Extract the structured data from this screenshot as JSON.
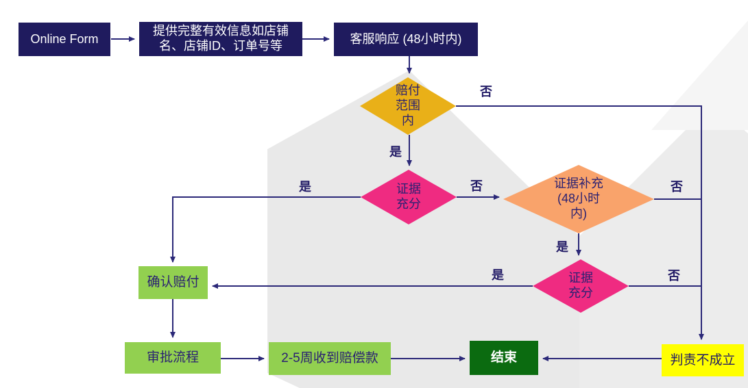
{
  "flowchart": {
    "title": "compensation-claim-process",
    "nodes": {
      "online_form": {
        "label": "Online Form"
      },
      "provide_info": {
        "label": "提供完整有效信息如店铺\n名、店铺ID、订单号等"
      },
      "cs_response": {
        "label": "客服响应 (48小时内)"
      },
      "in_scope": {
        "label": "赔付\n范围\n内"
      },
      "evidence_sufficient_1": {
        "label": "证据\n充分"
      },
      "evidence_supplement": {
        "label": "证据补充\n(48小时\n内)"
      },
      "evidence_sufficient_2": {
        "label": "证据\n充分"
      },
      "confirm_compensation": {
        "label": "确认赔付"
      },
      "approval_process": {
        "label": "审批流程"
      },
      "receive_payment": {
        "label": "2-5周收到赔偿款"
      },
      "end": {
        "label": "结束"
      },
      "not_liable": {
        "label": "判责不成立"
      }
    },
    "edge_labels": {
      "no1": "否",
      "yes1": "是",
      "yes2": "是",
      "no2": "否",
      "no3": "否",
      "yes3": "是",
      "yes4": "是",
      "no4": "否"
    },
    "colors": {
      "navy_box": "#1F1B5E",
      "gold_diamond": "#E9B018",
      "magenta_diamond": "#EF2B81",
      "orange_diamond": "#F9A36B",
      "light_green_box": "#92D050",
      "dark_green_box": "#0B6B10",
      "yellow_box": "#FFFF00",
      "connector": "#2B2878",
      "label_text": "#221B66"
    }
  }
}
